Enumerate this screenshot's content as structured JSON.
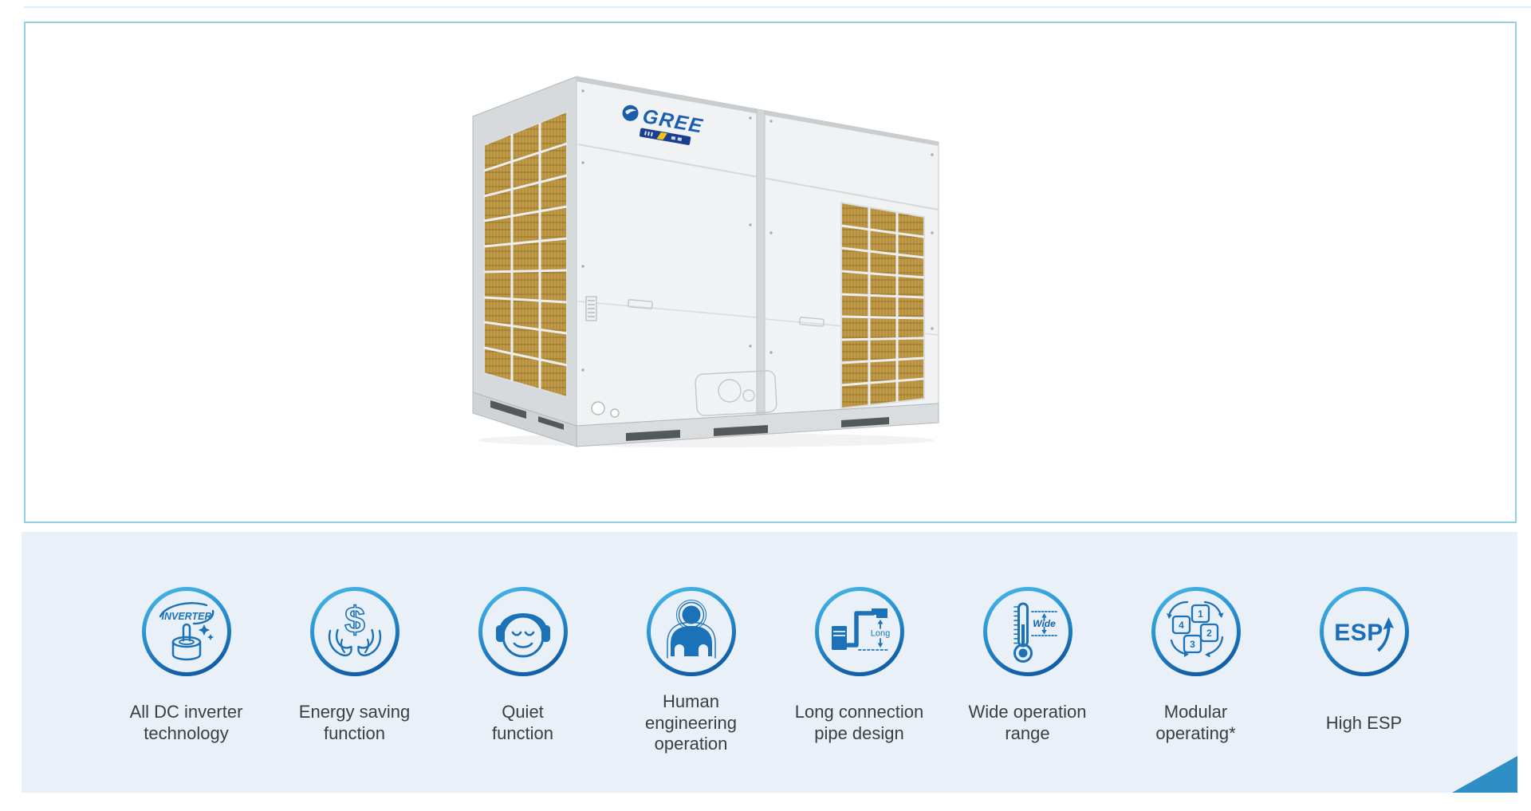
{
  "hero": {
    "brand": "GREE",
    "panel_border_color": "#92cfe9",
    "panel_background": "#ffffff",
    "product": "two-module VRF outdoor unit with gold condenser coils"
  },
  "features": {
    "band_color": "#e9f0f8",
    "corner_color": "#2e8ec6",
    "icon_color": "#1b72b8",
    "ring_gradient": [
      "#47b8e8",
      "#2b92d1",
      "#1260a8"
    ],
    "label_color": "#3c3e40",
    "items": [
      {
        "id": "all-dc-inverter",
        "icon": "inverter-motor-icon",
        "label": "All DC inverter\ntechnology",
        "icon_text": "INVERTER"
      },
      {
        "id": "energy-saving",
        "icon": "dollar-hands-icon",
        "label": "Energy saving\nfunction",
        "icon_text": "$"
      },
      {
        "id": "quiet-function",
        "icon": "headphones-face-icon",
        "label": "Quiet\nfunction"
      },
      {
        "id": "human-engineering",
        "icon": "person-icon",
        "label": "Human\nengineering\noperation"
      },
      {
        "id": "long-pipe",
        "icon": "pipe-run-icon",
        "label": "Long connection\npipe design",
        "icon_text": "Long"
      },
      {
        "id": "wide-range",
        "icon": "thermometer-icon",
        "label": "Wide operation\nrange",
        "icon_text": "Wide"
      },
      {
        "id": "modular-operating",
        "icon": "modules-icon",
        "label": "Modular\noperating*",
        "icon_numbers": [
          "1",
          "2",
          "3",
          "4"
        ]
      },
      {
        "id": "high-esp",
        "icon": "esp-arrow-icon",
        "label": "High ESP",
        "icon_text": "ESP"
      }
    ]
  }
}
